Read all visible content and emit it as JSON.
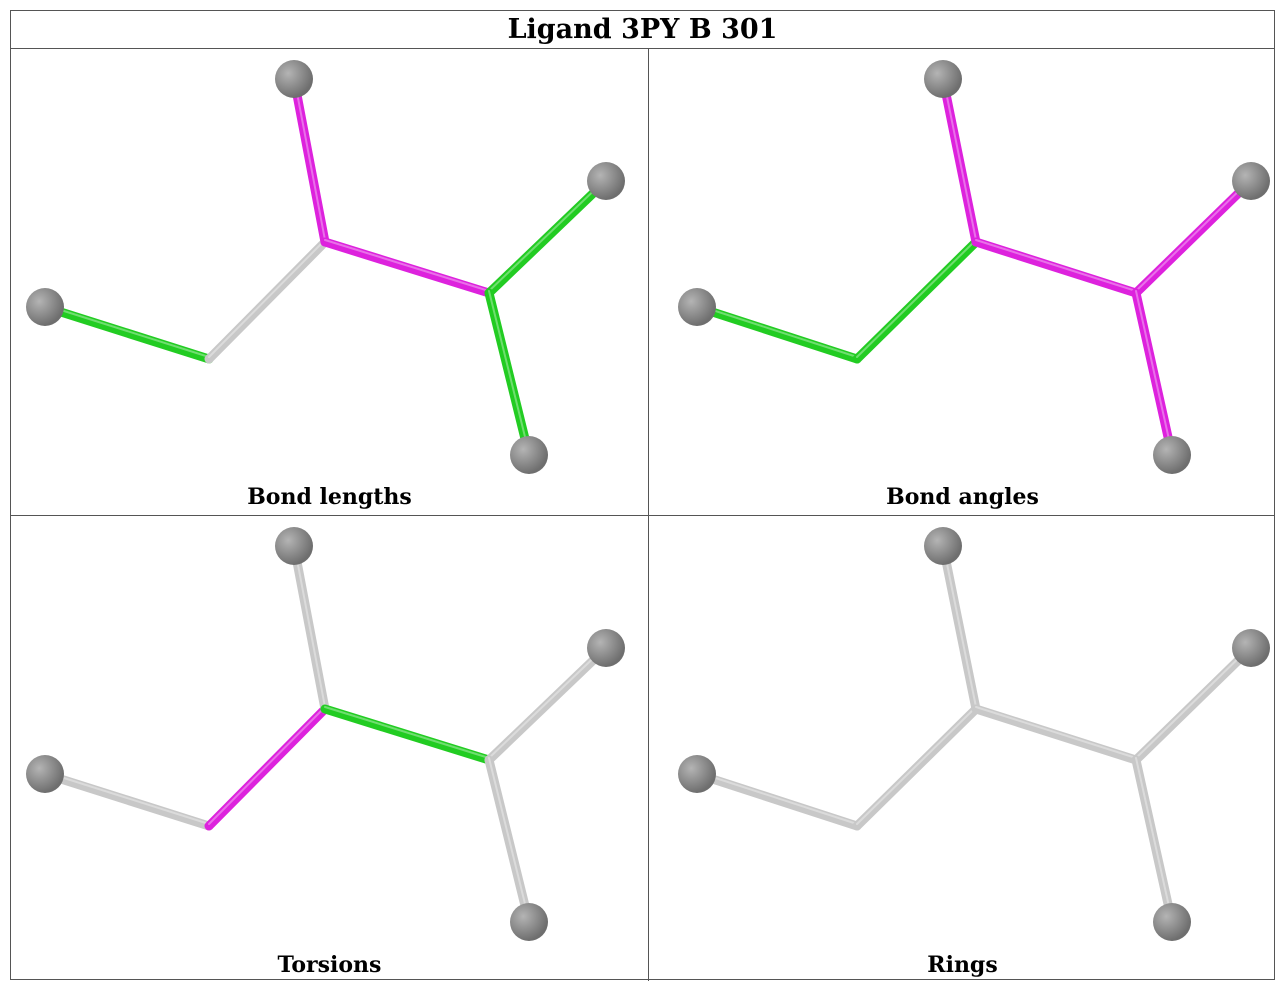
{
  "title": "Ligand 3PY B 301",
  "colors": {
    "gray": "#c8c8c8",
    "green": "#22cc22",
    "magenta": "#dd22dd",
    "atom": "#6e6e6e"
  },
  "panels": [
    {
      "caption": "Bond lengths",
      "bonds": [
        "green",
        "gray",
        "magenta",
        "magenta",
        "green",
        "green"
      ]
    },
    {
      "caption": "Bond angles",
      "bonds": [
        "green",
        "green",
        "magenta",
        "magenta",
        "magenta",
        "magenta"
      ]
    },
    {
      "caption": "Torsions",
      "bonds": [
        "gray",
        "magenta",
        "gray",
        "green",
        "gray",
        "gray"
      ]
    },
    {
      "caption": "Rings",
      "bonds": [
        "gray",
        "gray",
        "gray",
        "gray",
        "gray",
        "gray"
      ]
    }
  ]
}
